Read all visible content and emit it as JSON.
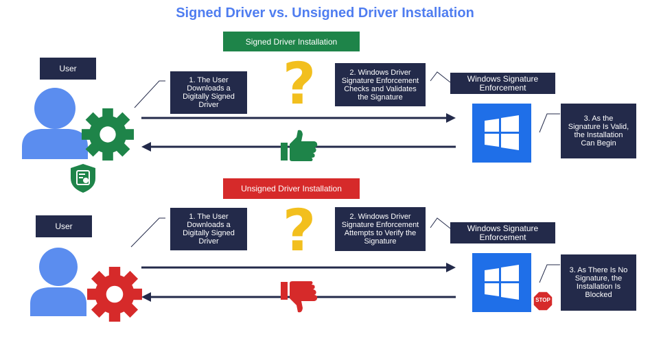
{
  "title": "Signed Driver vs. Unsigned Driver Installation",
  "colors": {
    "title": "#4f7df0",
    "navy": "#232a4a",
    "green": "#1e8449",
    "red": "#d62a2a",
    "user_blue": "#5b8def",
    "win_blue": "#1f6fe8",
    "question": "#f2bf1e"
  },
  "signed": {
    "banner": "Signed Driver Installation",
    "user_label": "User",
    "step1": "1. The User\nDownloads a\nDigitally Signed\nDriver",
    "step2": "2. Windows Driver\nSignature Enforcement\nChecks and Validates\nthe Signature",
    "wse_label": "Windows Signature\nEnforcement",
    "step3": "3. As the\nSignature Is Valid,\nthe Installation\nCan Begin",
    "feedback_icon": "thumbs-up-icon",
    "badge_icon": "certificate-shield-icon"
  },
  "unsigned": {
    "banner": "Unsigned Driver Installation",
    "user_label": "User",
    "step1": "1. The User\nDownloads a\nDigitally Signed\nDriver",
    "step2": "2. Windows Driver\nSignature Enforcement\nAttempts to Verify the\nSignature",
    "wse_label": "Windows Signature\nEnforcement",
    "step3": "3. As There Is No\nSignature, the\nInstallation Is\nBlocked",
    "feedback_icon": "thumbs-down-icon",
    "stop_text": "STOP"
  }
}
